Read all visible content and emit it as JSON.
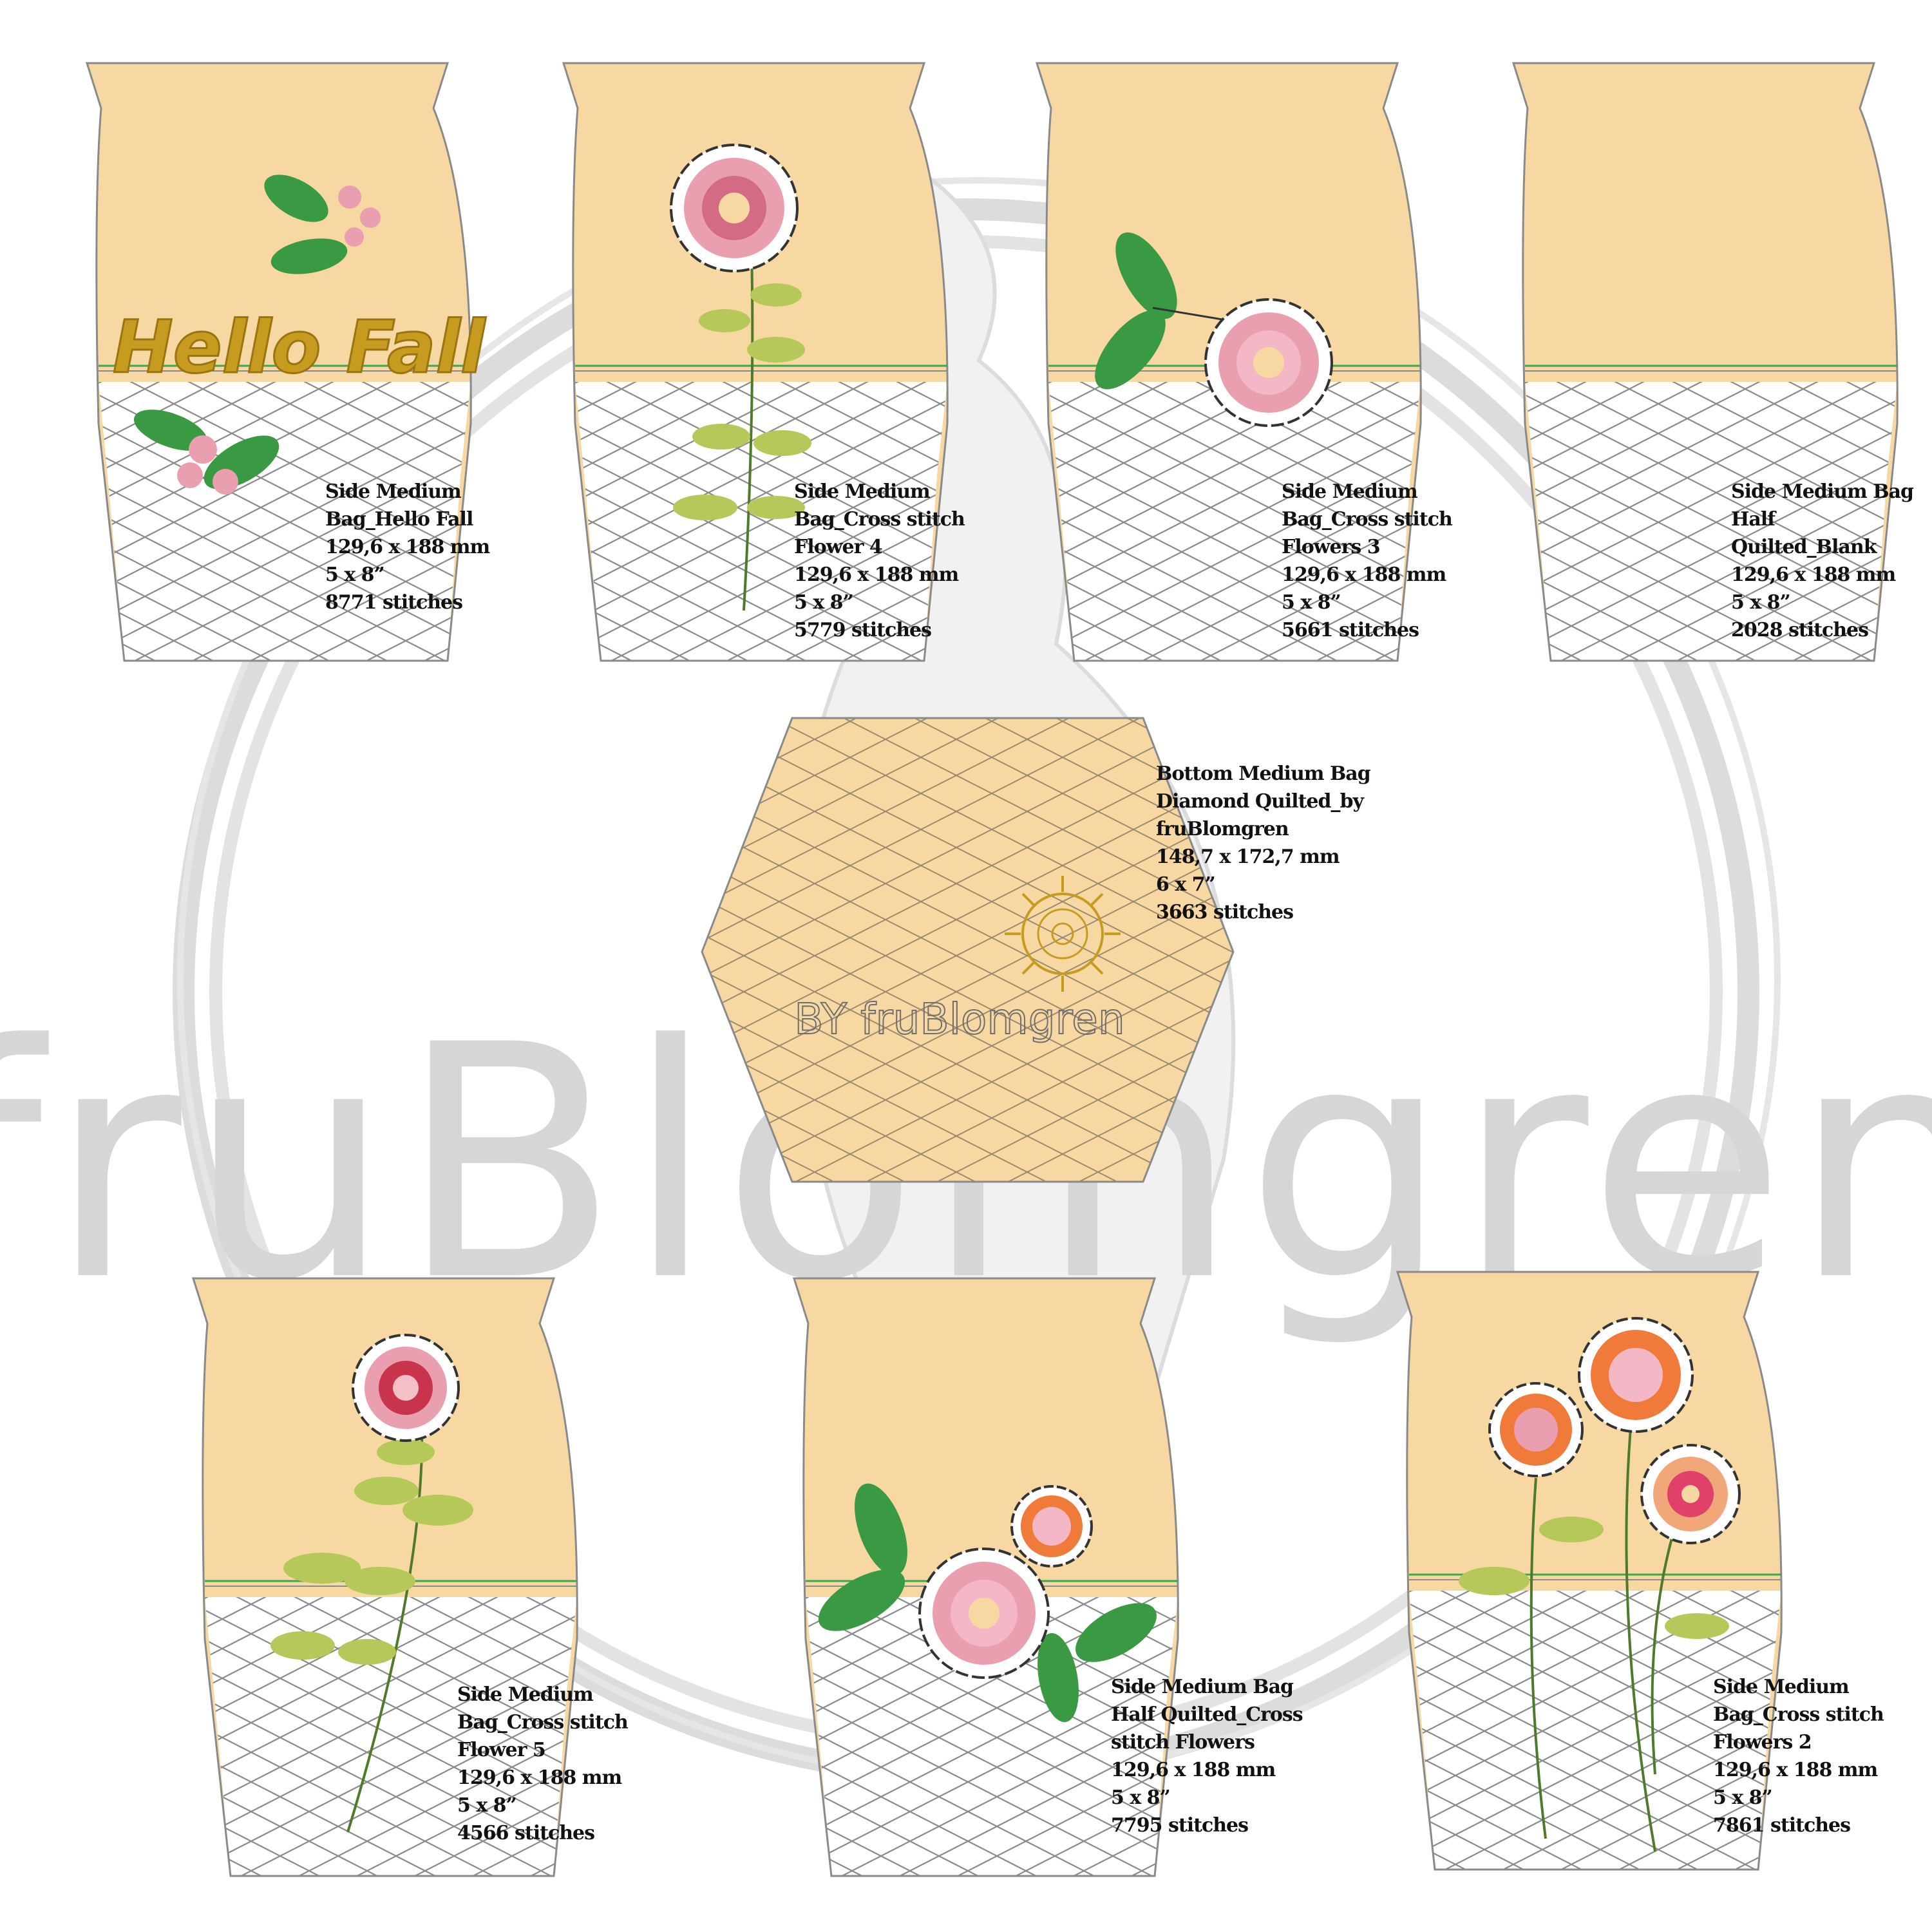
{
  "watermark": "fruBlomgren",
  "colors": {
    "fabric": "#f8d8a2",
    "quilt": "#ffffff",
    "stitch": "#8a8a8a",
    "green_line": "#3aa84e",
    "watermark": "#d9d9d9",
    "leaf": "#b7c85a",
    "leaf_dark": "#3a9a44",
    "petal": "#ea9fb1",
    "petal_orange": "#f07a3a",
    "mustard": "#c79a20"
  },
  "designs": [
    {
      "lines": [
        "Side Medium",
        "Bag_Hello Fall",
        "129,6 x 188 mm",
        "5 x 8”",
        "8771 stitches"
      ],
      "motif": "hello-fall",
      "text": "Hello Fall"
    },
    {
      "lines": [
        "Side Medium",
        "Bag_Cross stitch",
        "Flower 4",
        "129,6 x 188 mm",
        "5 x 8”",
        "5779 stitches"
      ],
      "motif": "flower-stem"
    },
    {
      "lines": [
        "Side Medium",
        "Bag_Cross stitch",
        "Flowers 3",
        "129,6 x 188 mm",
        "5 x 8”",
        "5661 stitches"
      ],
      "motif": "flower-leaves"
    },
    {
      "lines": [
        "Side Medium Bag",
        "Half",
        "Quilted_Blank",
        "129,6 x 188 mm",
        "5 x 8”",
        "2028 stitches"
      ],
      "motif": "blank"
    },
    {
      "lines": [
        "Bottom Medium Bag",
        "Diamond Quilted_by",
        "fruBlomgren",
        "148,7 x 172,7 mm",
        "6 x 7”",
        "3663 stitches"
      ],
      "motif": "hexagon",
      "logo_text": "BY fruBlomgren"
    },
    {
      "lines": [
        "Side Medium",
        "Bag_Cross stitch",
        "Flower 5",
        "129,6 x 188 mm",
        "5 x 8”",
        "4566 stitches"
      ],
      "motif": "flower-stem-2"
    },
    {
      "lines": [
        "Side Medium Bag",
        "Half Quilted_Cross",
        "stitch Flowers",
        "129,6 x 188 mm",
        "5 x 8”",
        "7795 stitches"
      ],
      "motif": "flowers-pair"
    },
    {
      "lines": [
        "Side Medium",
        "Bag_Cross stitch",
        "Flowers 2",
        "129,6 x 188 mm",
        "5 x 8”",
        "7861 stitches"
      ],
      "motif": "flowers-three"
    }
  ]
}
